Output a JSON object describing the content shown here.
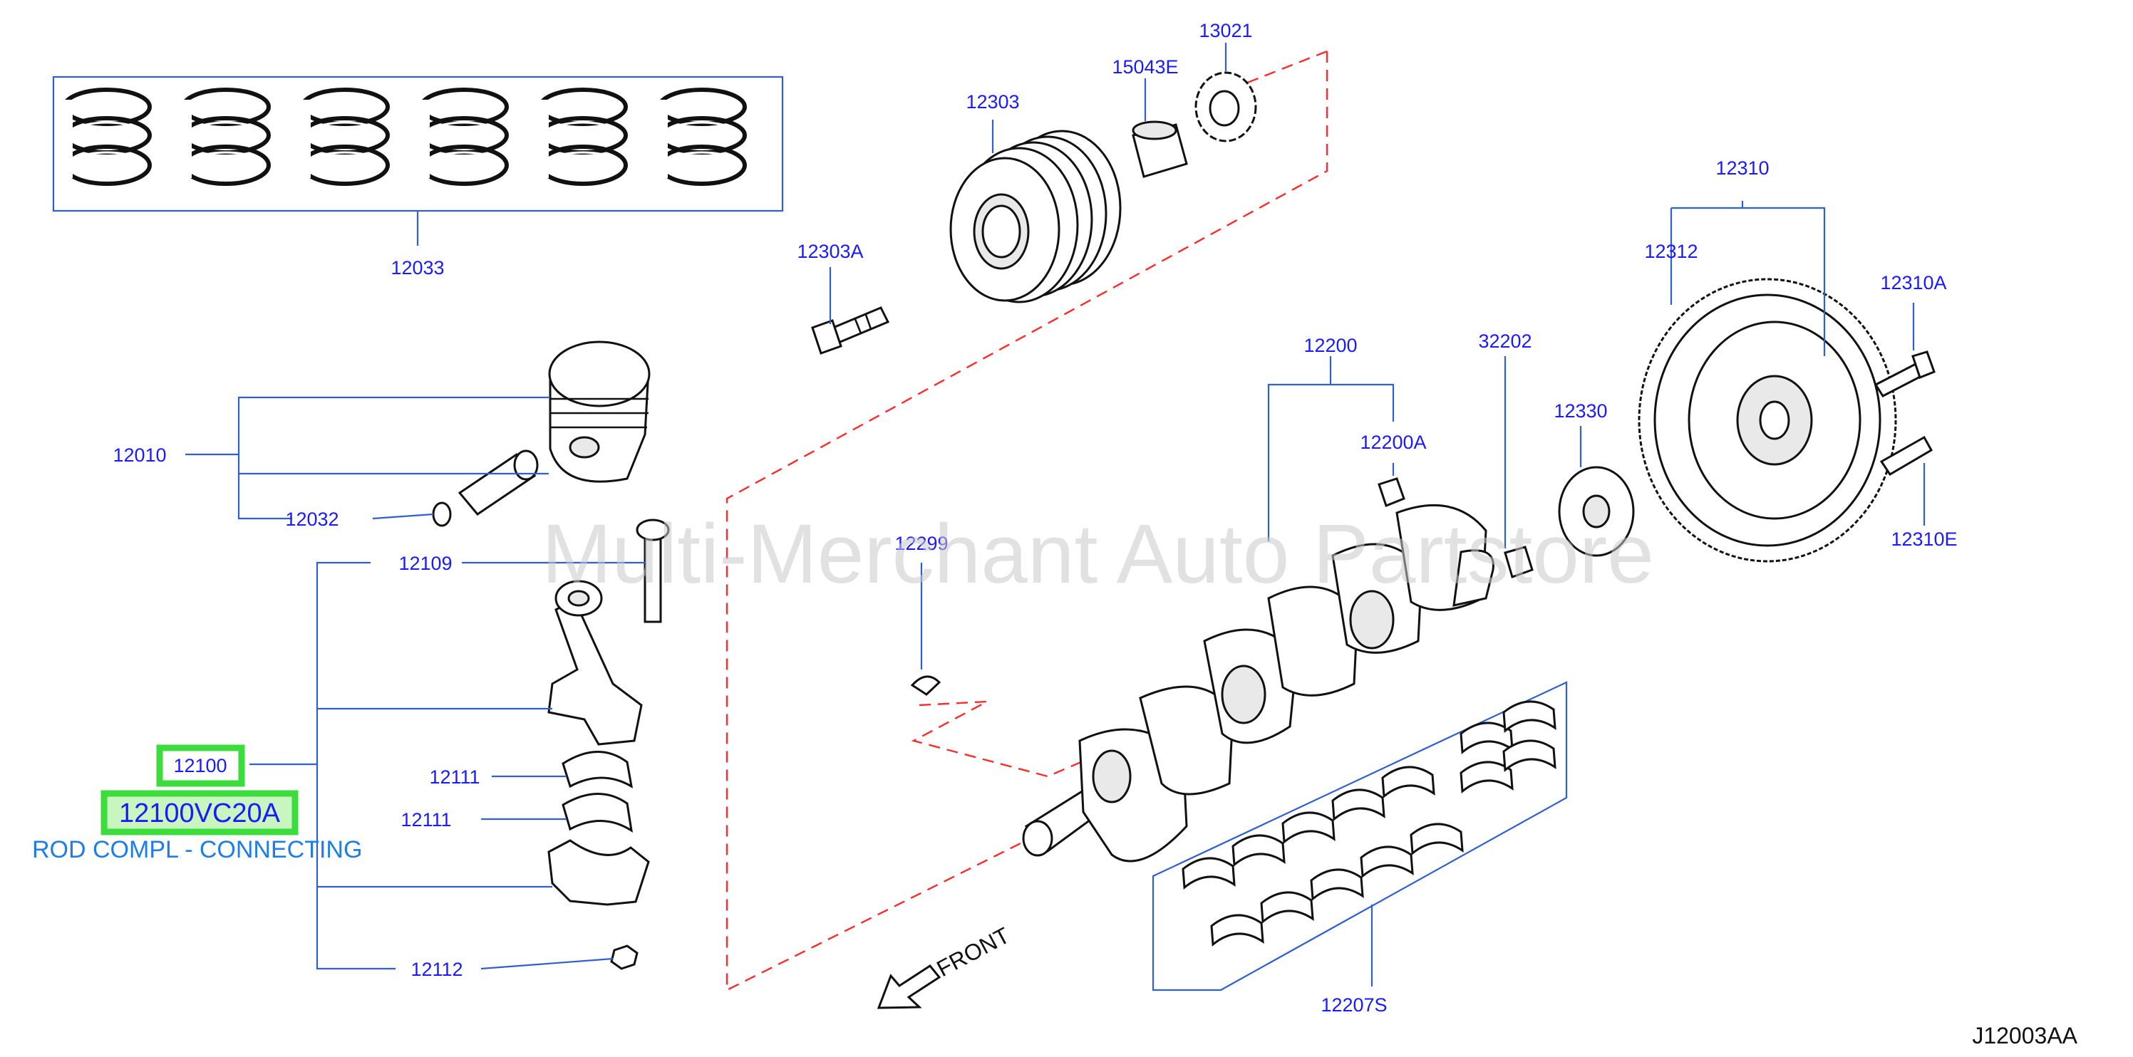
{
  "diagram": {
    "labels": {
      "p12033": "12033",
      "p12303": "12303",
      "p15043E": "15043E",
      "p13021": "13021",
      "p12303A": "12303A",
      "p12310": "12310",
      "p12312": "12312",
      "p12310A": "12310A",
      "p12310E": "12310E",
      "p12200": "12200",
      "p12200A": "12200A",
      "p32202": "32202",
      "p12330": "12330",
      "p12010": "12010",
      "p12032": "12032",
      "p12109": "12109",
      "p12299": "12299",
      "p12100": "12100",
      "p12111a": "12111",
      "p12111b": "12111",
      "p12112": "12112",
      "p12207S": "12207S"
    },
    "highlight": {
      "part_number": "12100VC20A",
      "description": "ROD COMPL - CONNECTING",
      "color": "#3bdc3b"
    },
    "front_label": "FRONT",
    "watermark": "Multi-Merchant Auto Partstore",
    "diagram_code": "J12003AA",
    "colors": {
      "label": "#1a1aff",
      "leader": "#2f5fd0",
      "dashed_outline": "#ff2a2a",
      "description": "#1f7ee6"
    }
  }
}
